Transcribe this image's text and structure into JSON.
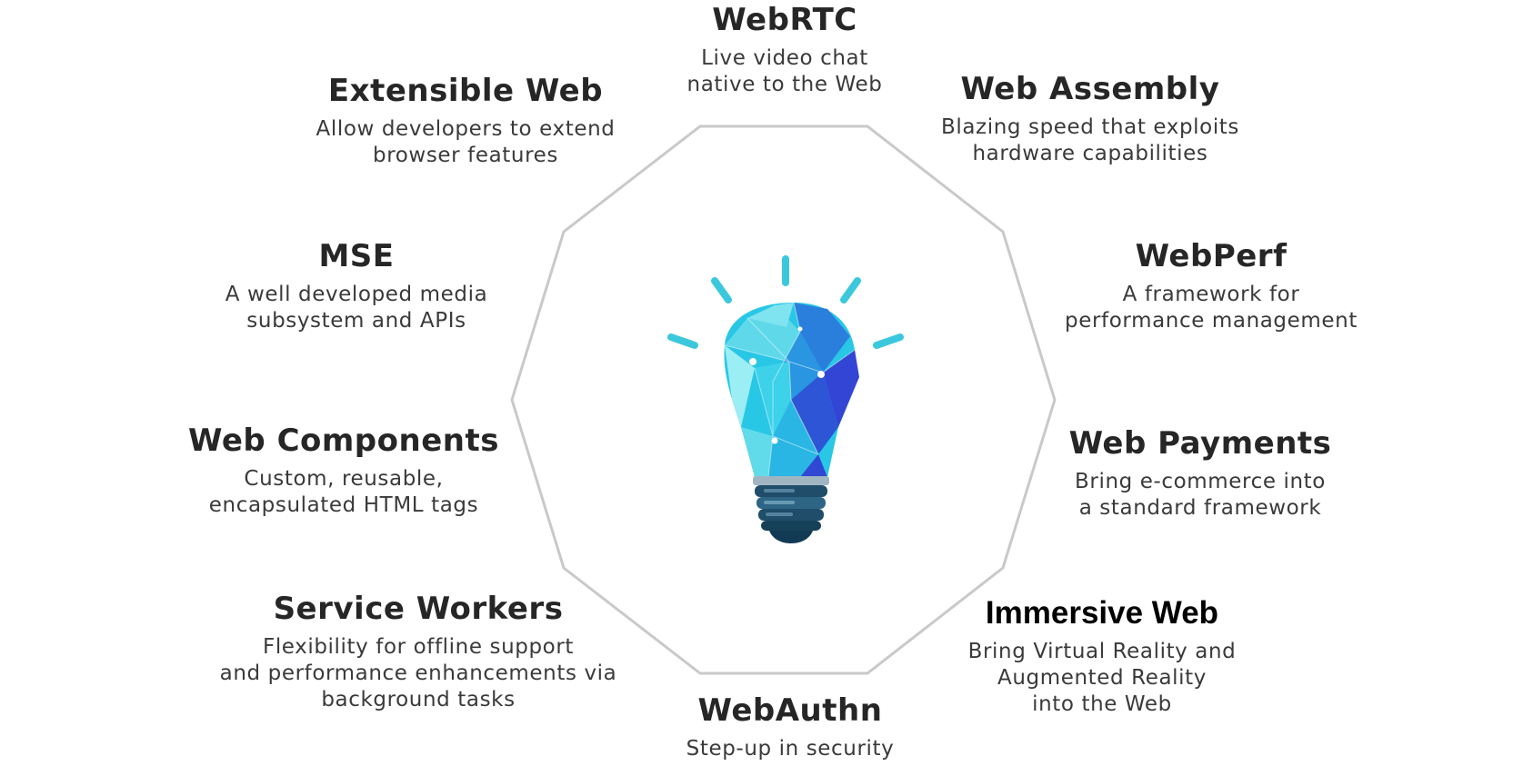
{
  "features": {
    "webrtc": {
      "title": "WebRTC",
      "desc": "Live video chat\nnative to the Web"
    },
    "web_assembly": {
      "title": "Web Assembly",
      "desc": "Blazing speed that exploits\nhardware capabilities"
    },
    "webperf": {
      "title": "WebPerf",
      "desc": "A framework for\nperformance management"
    },
    "web_payments": {
      "title": "Web Payments",
      "desc": "Bring e-commerce into\na standard framework"
    },
    "immersive_web": {
      "title": "Immersive Web",
      "desc": "Bring Virtual Reality and\nAugmented Reality\ninto the Web"
    },
    "webauthn": {
      "title": "WebAuthn",
      "desc": "Step-up in security"
    },
    "service_workers": {
      "title": "Service Workers",
      "desc": "Flexibility for offline support\nand performance enhancements via\nbackground tasks"
    },
    "web_components": {
      "title": "Web Components",
      "desc": "Custom, reusable,\nencapsulated HTML tags"
    },
    "mse": {
      "title": "MSE",
      "desc": "A well developed media\nsubsystem and APIs"
    },
    "extensible_web": {
      "title": "Extensible Web",
      "desc": "Allow developers to extend\nbrowser features"
    }
  },
  "colors": {
    "outline": "#c9c9c9",
    "ray": "#3cc8dc",
    "bulb_light": "#8fe6f0",
    "bulb_mid": "#29c7e6",
    "bulb_blue": "#2a6fd8",
    "bulb_deep": "#2f3fd0",
    "base_dark": "#123a55",
    "base_light": "#3d6f8c"
  },
  "icons": {
    "center": "lightbulb-icon"
  }
}
